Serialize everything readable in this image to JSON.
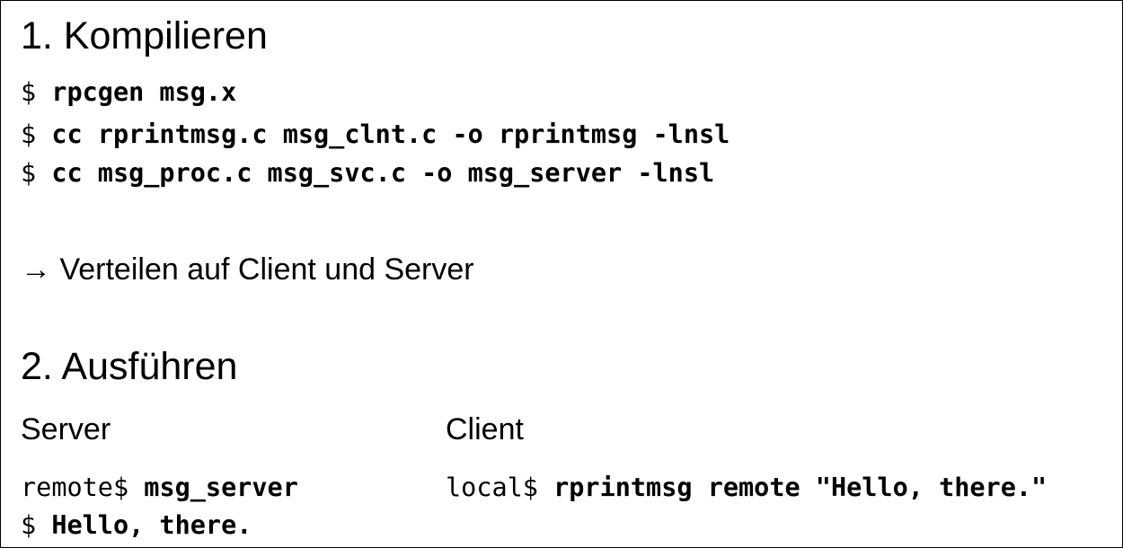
{
  "section1": {
    "heading": "1. Kompilieren",
    "commands": [
      {
        "prompt": "$ ",
        "command": "rpcgen msg.x"
      },
      {
        "prompt": "$ ",
        "command": "cc rprintmsg.c msg_clnt.c -o rprintmsg -lnsl"
      },
      {
        "prompt": "$ ",
        "command": "cc msg_proc.c msg_svc.c -o msg_server -lnsl"
      }
    ],
    "note": "→ Verteilen auf Client und Server"
  },
  "section2": {
    "heading": "2. Ausführen",
    "server": {
      "label": "Server",
      "line1_prompt": "remote$ ",
      "line1_command": "msg_server",
      "line2_prompt": "$ ",
      "line2_output": "Hello, there."
    },
    "client": {
      "label": "Client",
      "line1_prompt": "local$ ",
      "line1_command": "rprintmsg remote \"Hello, there.\""
    }
  }
}
